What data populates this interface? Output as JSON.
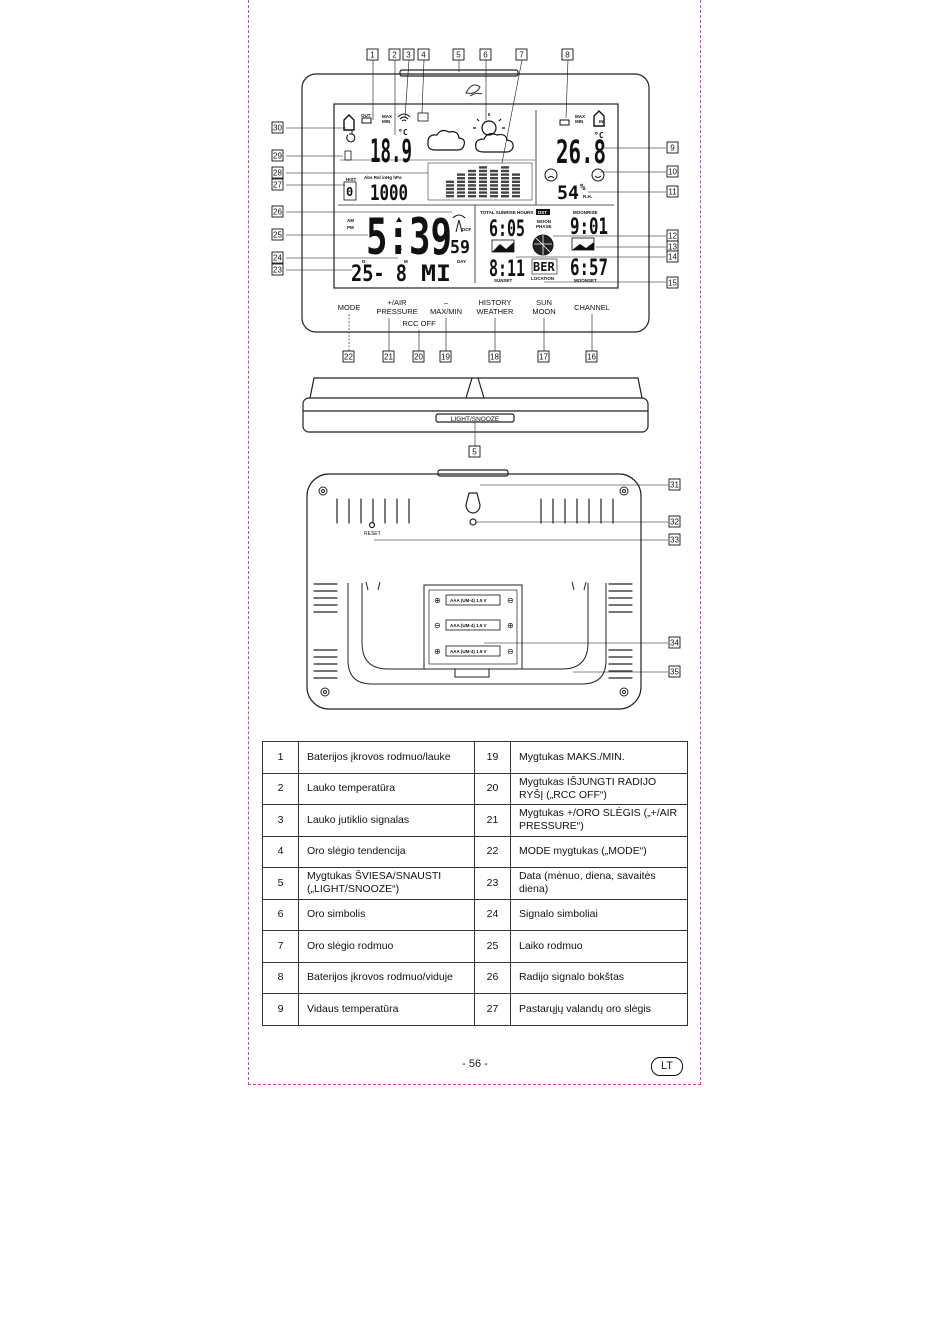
{
  "callouts_top": [
    "1",
    "2",
    "3",
    "4",
    "5",
    "6",
    "7",
    "8"
  ],
  "callouts_left": [
    "30",
    "29",
    "28",
    "27",
    "26",
    "25",
    "24",
    "23"
  ],
  "callouts_right": [
    "9",
    "10",
    "11",
    "12",
    "13",
    "14",
    "15"
  ],
  "callouts_bottom": [
    "22",
    "21",
    "20",
    "19",
    "18",
    "17",
    "16"
  ],
  "callout_side": "5",
  "callouts_back": [
    "31",
    "32",
    "33",
    "34",
    "35"
  ],
  "display": {
    "out_label": "OUT",
    "in_label": "IN",
    "maxmin_label": "MAX\nMIN",
    "out_temp": "18.9",
    "in_temp": "26.8",
    "deg_c": "°C",
    "humidity": "54",
    "hum_unit": "%",
    "rh": "R.H.",
    "hist_label": "HIST",
    "hist_value": "0",
    "pressure_header": "Abs Rel inHg hPa",
    "pressure_value": "1000",
    "time_ampm_am": "AM",
    "time_ampm_pm": "PM",
    "time_main": "5:39",
    "time_seconds": "59",
    "date_d": "D",
    "date_m": "M",
    "date_value": "25- 8",
    "weekday": "MI",
    "day_label": "DAY",
    "dst": "DST",
    "sunrise_header": "TOTAL SUNRISE HOURS",
    "sunrise_value": "6:05",
    "sunset_value": "8:11",
    "sunset_label": "SUNSET",
    "moon_phase": "MOON\nPHASE",
    "location": "BER",
    "location_label": "LOCATION",
    "moonrise_label": "MOONRISE",
    "moonrise_value": "9:01",
    "moonset_value": "6:57",
    "moonset_label": "MOONSET",
    "rcc_label": "DCF"
  },
  "buttons": {
    "mode": "MODE",
    "air_pressure_1": "+/AIR",
    "air_pressure_2": "PRESSURE",
    "rcc_off": "RCC OFF",
    "maxmin_1": "–",
    "maxmin_2": "MAX/MIN",
    "history_1": "HISTORY",
    "history_2": "WEATHER",
    "sunmoon_1": "SUN",
    "sunmoon_2": "MOON",
    "channel": "CHANNEL",
    "light_snooze": "LIGHT/SNOOZE",
    "reset": "RESET",
    "battery": "AAA (UM-4) 1.5 V"
  },
  "legend": [
    {
      "n1": "1",
      "d1": "Baterijos įkrovos rodmuo/lauke",
      "n2": "19",
      "d2": "Mygtukas MAKS./MIN."
    },
    {
      "n1": "2",
      "d1": "Lauko temperatūra",
      "n2": "20",
      "d2": "Mygtukas IŠJUNGTI RADIJO RYŠĮ („RCC OFF“)"
    },
    {
      "n1": "3",
      "d1": "Lauko jutiklio signalas",
      "n2": "21",
      "d2": "Mygtukas +/ORO SLĖGIS („+/AIR PRESSURE“)"
    },
    {
      "n1": "4",
      "d1": "Oro slėgio tendencija",
      "n2": "22",
      "d2": "MODE mygtukas („MODE“)"
    },
    {
      "n1": "5",
      "d1": "Mygtukas ŠVIESA/SNAUSTI („LIGHT/SNOOZE“)",
      "n2": "23",
      "d2": "Data (mėnuo, diena, savaitės diena)"
    },
    {
      "n1": "6",
      "d1": "Oro simbolis",
      "n2": "24",
      "d2": "Signalo simboliai"
    },
    {
      "n1": "7",
      "d1": "Oro slėgio rodmuo",
      "n2": "25",
      "d2": "Laiko rodmuo"
    },
    {
      "n1": "8",
      "d1": "Baterijos įkrovos rodmuo/viduje",
      "n2": "26",
      "d2": "Radijo signalo bokštas"
    },
    {
      "n1": "9",
      "d1": "Vidaus temperatūra",
      "n2": "27",
      "d2": "Pastarųjų valandų oro slėgis"
    }
  ],
  "page_number": "- 56 -",
  "language": "LT",
  "colors": {
    "frame": "#d23cb4",
    "ink": "#111111"
  }
}
